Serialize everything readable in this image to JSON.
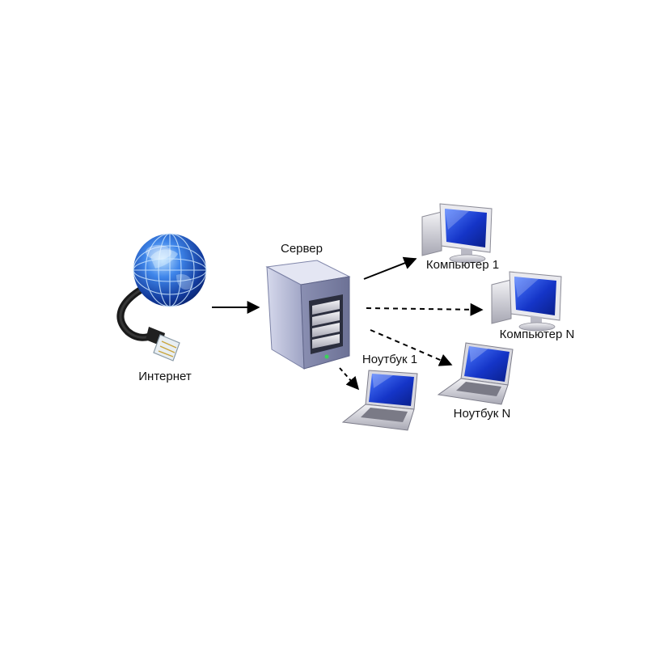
{
  "nodes": {
    "internet": "Интернет",
    "server": "Сервер",
    "computer_1": "Компьютер 1",
    "computer_n": "Компьютер N",
    "laptop_1": "Ноутбук 1",
    "laptop_n": "Ноутбук N"
  },
  "colors": {
    "arrow": "#000000",
    "screen_blue": "#1a3fd0",
    "globe_blue": "#1f5fd8",
    "device_gray": "#c8c8d2",
    "server_body": "#bcc0d8"
  },
  "edges": [
    {
      "from": "internet",
      "to": "server",
      "style": "solid"
    },
    {
      "from": "server",
      "to": "computer_1",
      "style": "solid"
    },
    {
      "from": "server",
      "to": "computer_n",
      "style": "dashed"
    },
    {
      "from": "server",
      "to": "laptop_n",
      "style": "dashed"
    },
    {
      "from": "server",
      "to": "laptop_1",
      "style": "dashed"
    }
  ]
}
